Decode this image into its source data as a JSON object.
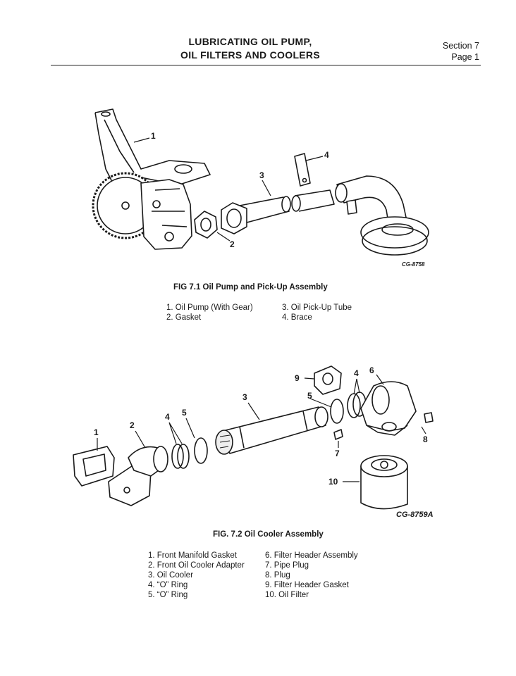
{
  "header": {
    "title_line1": "LUBRICATING OIL PUMP,",
    "title_line2": "OIL FILTERS AND COOLERS",
    "section": "Section 7",
    "page": "Page 1"
  },
  "figure1": {
    "code": "CG-8758",
    "caption": "FIG 7.1  Oil Pump and Pick-Up Assembly",
    "callouts": [
      "1",
      "2",
      "3",
      "4"
    ],
    "legend_col1": [
      "1. Oil Pump (With Gear)",
      "2. Gasket"
    ],
    "legend_col2": [
      "3. Oil Pick-Up Tube",
      "4. Brace"
    ]
  },
  "figure2": {
    "code": "CG-8759A",
    "caption": "FIG. 7.2  Oil Cooler Assembly",
    "callouts": [
      "1",
      "2",
      "3",
      "4",
      "5",
      "4",
      "5",
      "6",
      "7",
      "8",
      "9",
      "10"
    ],
    "legend_col1": [
      "1. Front Manifold Gasket",
      "2. Front Oil Cooler Adapter",
      "3. Oil Cooler",
      "4. “O” Ring",
      "5. “O” Ring"
    ],
    "legend_col2": [
      "6. Filter Header Assembly",
      "7. Pipe Plug",
      "8. Plug",
      "9. Filter Header Gasket",
      "10. Oil Filter"
    ]
  }
}
